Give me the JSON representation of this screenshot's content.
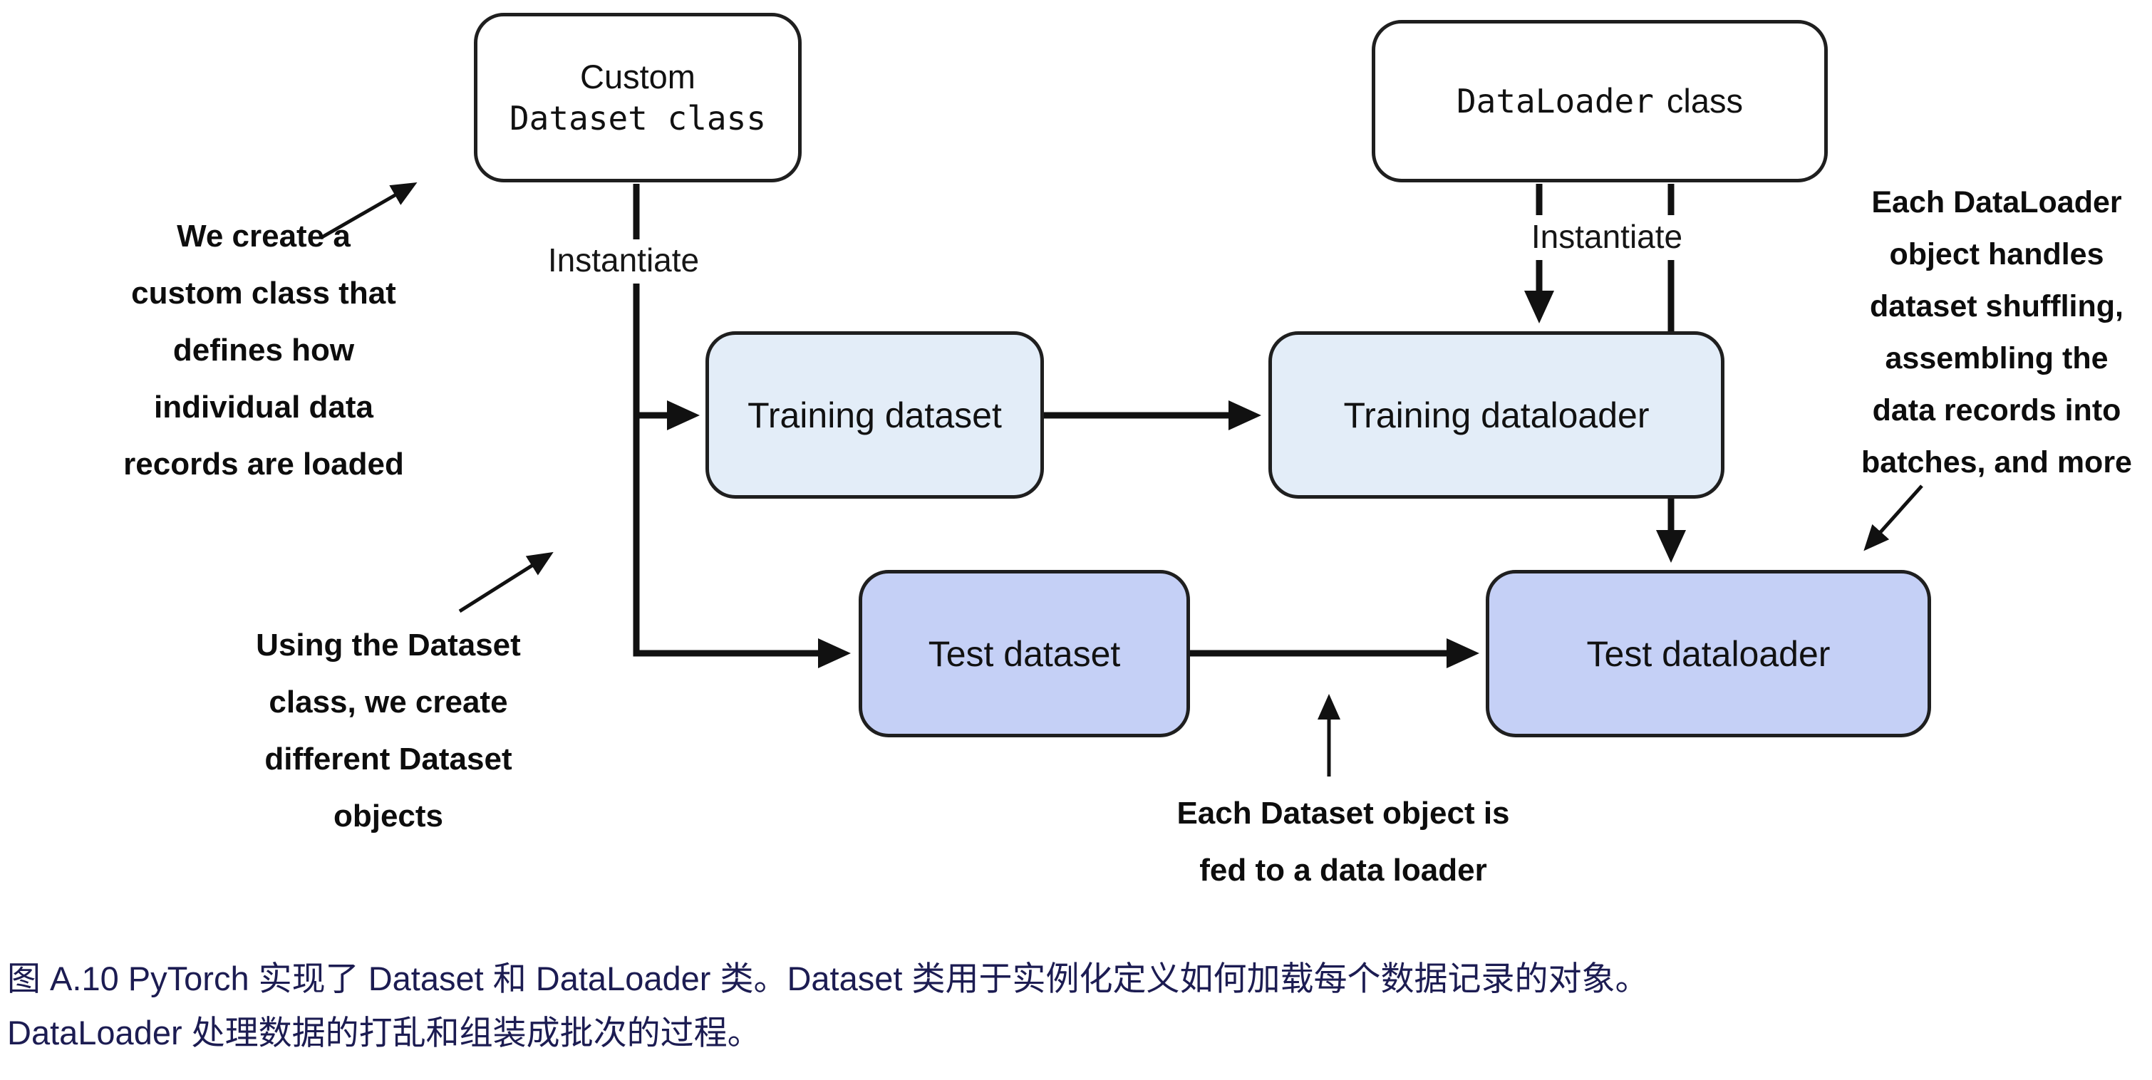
{
  "diagram": {
    "boxes": {
      "custom_dataset": {
        "line1": "Custom",
        "line2_code": "Dataset class"
      },
      "dataloader": {
        "code": "DataLoader",
        "rest": "class"
      },
      "training_dataset": {
        "label": "Training dataset"
      },
      "training_dataloader": {
        "label": "Training dataloader"
      },
      "test_dataset": {
        "label": "Test dataset"
      },
      "test_dataloader": {
        "label": "Test dataloader"
      }
    },
    "labels": {
      "instantiate_left": "Instantiate",
      "instantiate_right": "Instantiate"
    },
    "annotations": {
      "create_custom": [
        "We create a",
        "custom class that",
        "defines how",
        "individual data",
        "records are loaded"
      ],
      "using_dataset": [
        "Using the Dataset",
        "class, we create",
        "different Dataset",
        "objects"
      ],
      "dataloader_handles": [
        "Each DataLoader",
        "object handles",
        "dataset shuffling,",
        "assembling the",
        "data records into",
        "batches, and more"
      ],
      "dataset_fed": [
        "Each Dataset object is",
        "fed to a data loader"
      ]
    },
    "colors": {
      "training_fill": "#e3edf8",
      "test_fill": "#c5d0f6",
      "border": "#1f1f1f",
      "arrow": "#111111",
      "caption": "#1c1c52"
    }
  },
  "caption": {
    "line1": "图 A.10 PyTorch 实现了 Dataset 和 DataLoader 类。Dataset 类用于实例化定义如何加载每个数据记录的对象。",
    "line2": "DataLoader 处理数据的打乱和组装成批次的过程。"
  }
}
